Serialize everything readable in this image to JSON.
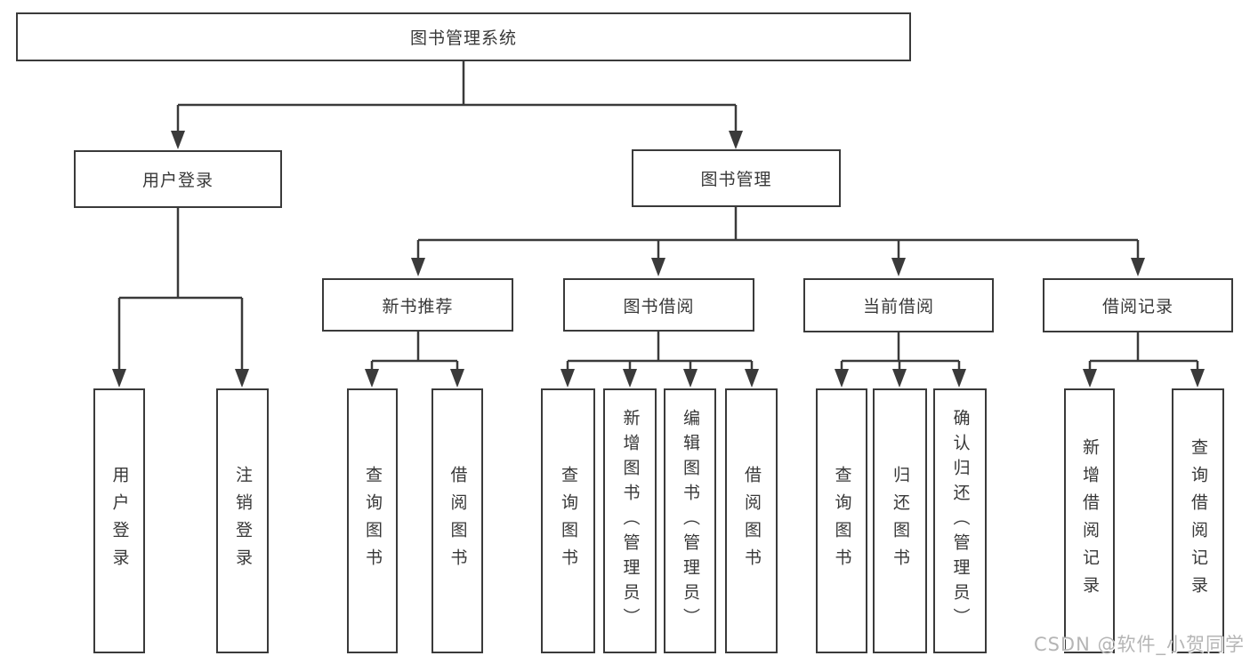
{
  "diagram": {
    "root": {
      "label": "图书管理系统"
    },
    "branches": [
      {
        "label": "用户登录",
        "children": [
          {
            "label": "用户登录"
          },
          {
            "label": "注销登录"
          }
        ]
      },
      {
        "label": "图书管理",
        "children": [
          {
            "label": "新书推荐",
            "children": [
              {
                "label": "查询图书"
              },
              {
                "label": "借阅图书"
              }
            ]
          },
          {
            "label": "图书借阅",
            "children": [
              {
                "label": "查询图书"
              },
              {
                "label": "新增图书（管理员）"
              },
              {
                "label": "编辑图书（管理员）"
              },
              {
                "label": "借阅图书"
              }
            ]
          },
          {
            "label": "当前借阅",
            "children": [
              {
                "label": "查询图书"
              },
              {
                "label": "归还图书"
              },
              {
                "label": "确认归还（管理员）"
              }
            ]
          },
          {
            "label": "借阅记录",
            "children": [
              {
                "label": "新增借阅记录"
              },
              {
                "label": "查询借阅记录"
              }
            ]
          }
        ]
      }
    ]
  },
  "watermark": "CSDN @软件_小贺同学",
  "colors": {
    "line": "#3a3a3a",
    "box_border": "#3a3a3a",
    "text": "#383838",
    "watermark": "#b5b5b5",
    "background": "#ffffff"
  }
}
